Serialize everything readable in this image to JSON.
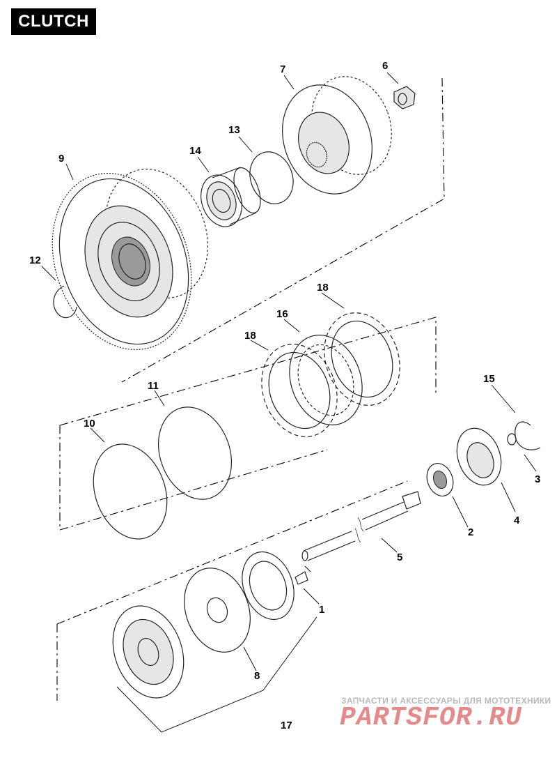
{
  "title": "CLUTCH",
  "labels": {
    "p1": "1",
    "p2": "2",
    "p3": "3",
    "p4": "4",
    "p5": "5",
    "p6": "6",
    "p7": "7",
    "p8": "8",
    "p9": "9",
    "p10": "10",
    "p11": "11",
    "p12": "12",
    "p13": "13",
    "p14": "14",
    "p15": "15",
    "p16": "16",
    "p17": "17",
    "p18a": "18",
    "p18b": "18"
  },
  "watermark": {
    "tagline": "ЗАПЧАСТИ И АКСЕССУАРЫ ДЛЯ МОТОТЕХНИКИ",
    "logo": "PARTSFOR.RU"
  }
}
